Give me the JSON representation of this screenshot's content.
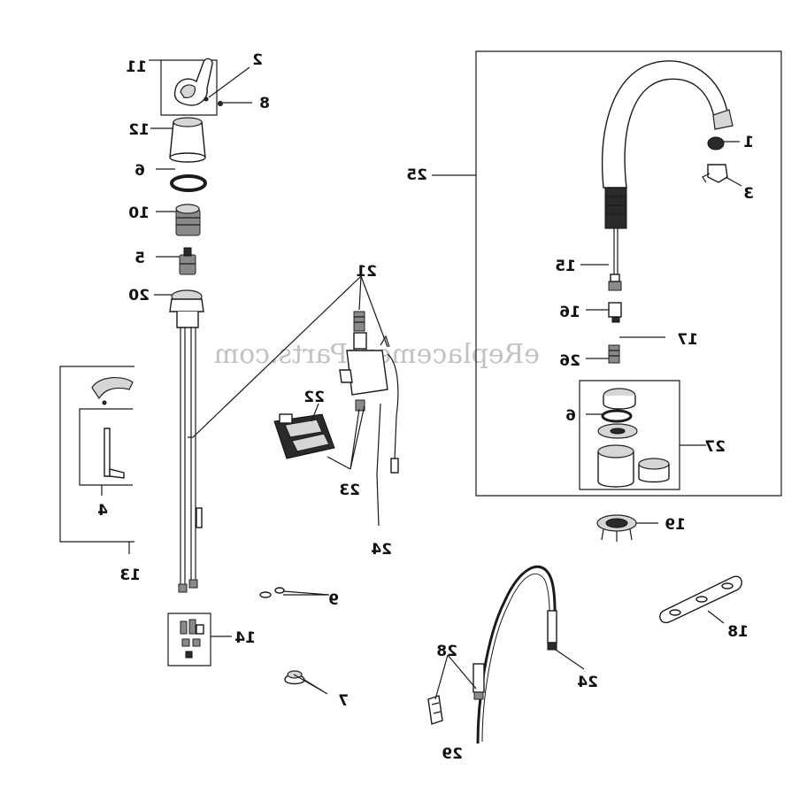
{
  "watermark": "eReplacementParts.com",
  "labels": {
    "p1": "1",
    "p2": "2",
    "p3": "3",
    "p4": "4",
    "p5": "5",
    "p6a": "6",
    "p6b": "6",
    "p7": "7",
    "p8": "8",
    "p9": "9",
    "p10": "10",
    "p11": "11",
    "p12": "12",
    "p13": "13",
    "p14": "14",
    "p15": "15",
    "p16": "16",
    "p17": "17",
    "p18": "18",
    "p19": "19",
    "p20": "20",
    "p21": "21",
    "p22": "22",
    "p23": "23",
    "p24a": "24",
    "p24b": "24",
    "p25": "25",
    "p26": "26",
    "p27": "27",
    "p28": "28",
    "p29": "29"
  }
}
